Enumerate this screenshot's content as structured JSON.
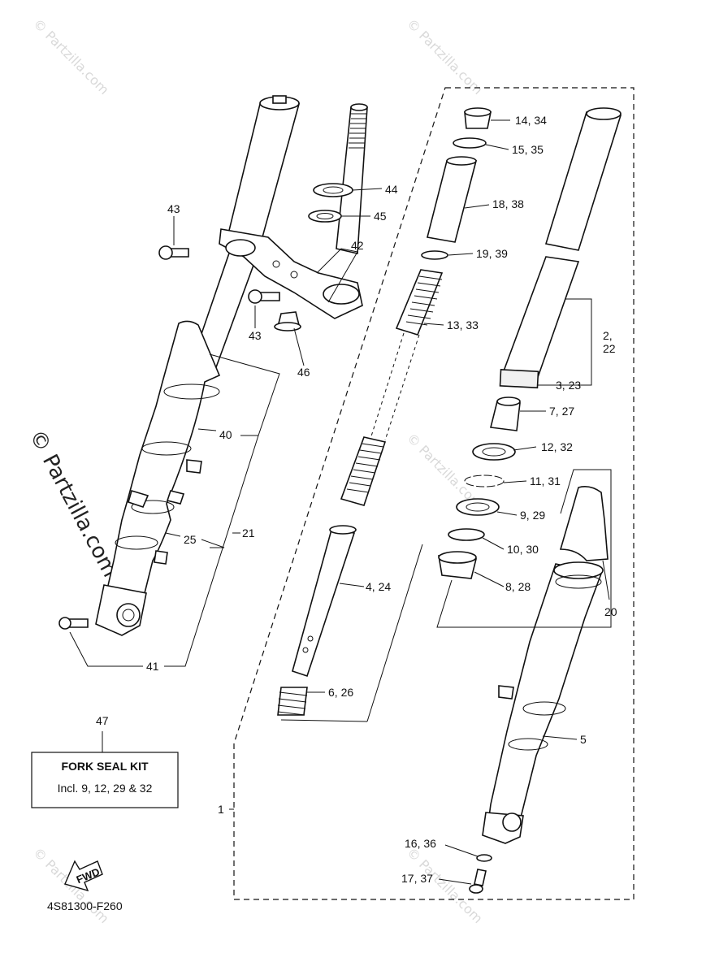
{
  "watermark": {
    "text": "© Partzilla.com"
  },
  "diagram_code": "4S81300-F260",
  "fwd_label": "FWD",
  "kit_box": {
    "number": "47",
    "title": "FORK SEAL KIT",
    "subtitle": "Incl. 9, 12, 29 & 32"
  },
  "callouts": {
    "c_14_34": "14, 34",
    "c_15_35": "15, 35",
    "c_18_38": "18, 38",
    "c_19_39": "19, 39",
    "c_13_33": "13, 33",
    "c_2": "2,",
    "c_22": "22",
    "c_3_23": "3, 23",
    "c_7_27": "7, 27",
    "c_12_32": "12, 32",
    "c_11_31": "11, 31",
    "c_9_29": "9, 29",
    "c_10_30": "10, 30",
    "c_8_28": "8, 28",
    "c_20": "20",
    "c_4_24": "4, 24",
    "c_6_26": "6, 26",
    "c_5": "5",
    "c_16_36": "16, 36",
    "c_17_37": "17, 37",
    "c_1": "1",
    "c_44": "44",
    "c_45": "45",
    "c_42": "42",
    "c_43a": "43",
    "c_43b": "43",
    "c_46": "46",
    "c_40": "40",
    "c_21": "21",
    "c_25": "25",
    "c_41": "41"
  }
}
